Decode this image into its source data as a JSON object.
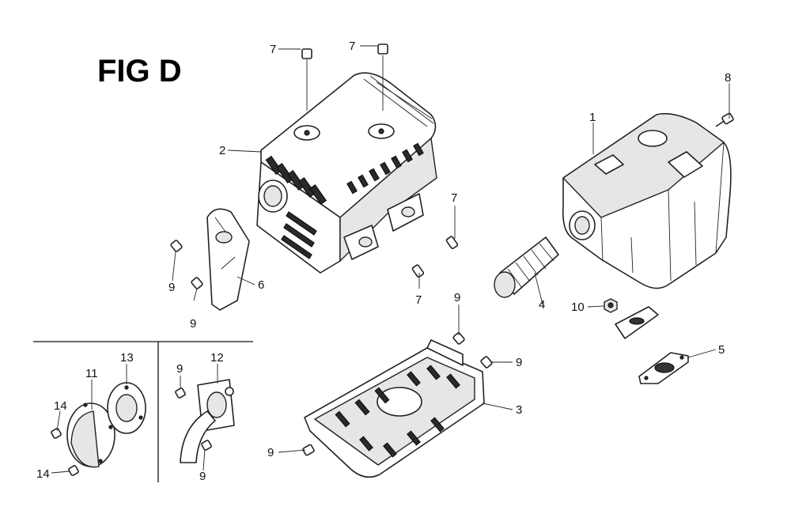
{
  "figure": {
    "title": "FIG D"
  },
  "callouts": {
    "part_1": "1",
    "part_2": "2",
    "part_3": "3",
    "part_4": "4",
    "part_5": "5",
    "part_6": "6",
    "part_7a": "7",
    "part_7b": "7",
    "part_7c": "7",
    "part_7d": "7",
    "part_8": "8",
    "part_9a": "9",
    "part_9b": "9",
    "part_9c": "9",
    "part_9d": "9",
    "part_9e": "9",
    "part_9f": "9",
    "part_9g": "9",
    "part_10": "10",
    "part_11": "11",
    "part_12": "12",
    "part_13": "13",
    "part_14a": "14",
    "part_14b": "14"
  }
}
